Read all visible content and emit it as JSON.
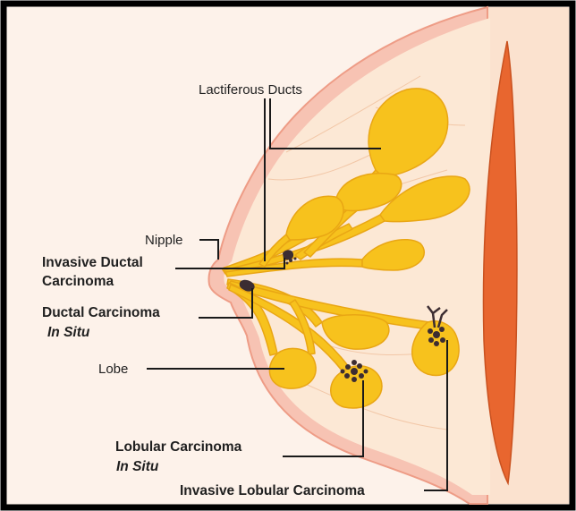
{
  "diagram": {
    "labels": {
      "lactiferous_ducts": "Lactiferous Ducts",
      "nipple": "Nipple",
      "invasive_ductal_line1": "Invasive Ductal",
      "invasive_ductal_line2": "Carcinoma",
      "ductal_cis_line1": "Ductal Carcinoma",
      "ductal_cis_line2": "In Situ",
      "lobe": "Lobe",
      "lobular_cis_line1": "Lobular Carcinoma",
      "lobular_cis_line2": "In Situ",
      "invasive_lobular": "Invasive Lobular Carcinoma"
    },
    "colors": {
      "frame": "#000000",
      "background": "#fdf2ea",
      "skin": "#f7c3b3",
      "skin_edge": "#ee9c86",
      "tissue": "#fce8d5",
      "muscle": "#e8662f",
      "lobe": "#f7c21d",
      "lobe_edge": "#e9a614",
      "tumor": "#3c2d32"
    }
  }
}
